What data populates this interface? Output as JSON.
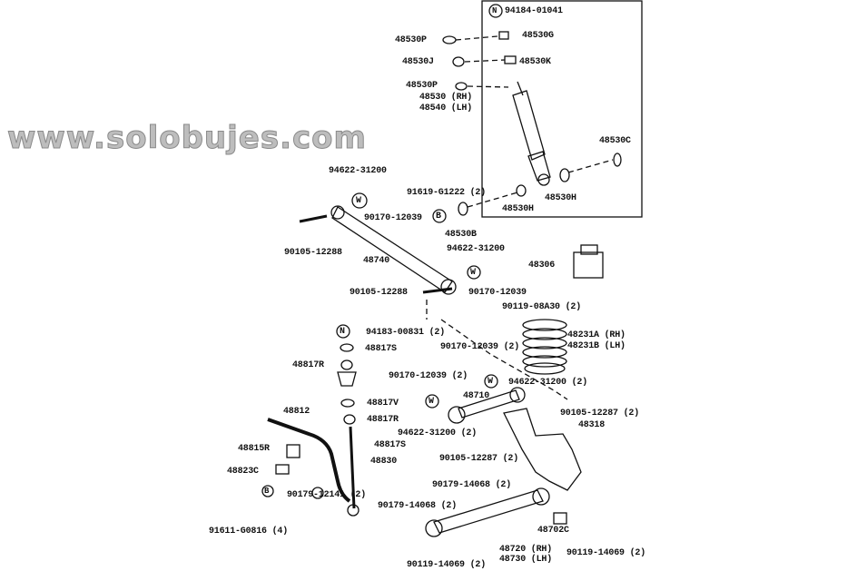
{
  "watermark": "www.solobujes.com",
  "symbols": {
    "n": "N",
    "w": "W",
    "b": "B"
  },
  "labels": [
    "94184-01041",
    "48530P",
    "48530G",
    "48530J",
    "48530K",
    "48530P",
    "48530 (RH)",
    "48540 (LH)",
    "48530C",
    "48530H",
    "48530H",
    "94622-31200",
    "91619-G1222 (2)",
    "90170-12039",
    "90105-12288",
    "48530B",
    "94622-31200",
    "48306",
    "48740",
    "90105-12288",
    "90170-12039",
    "90119-08A30 (2)",
    "94183-00831 (2)",
    "48817S",
    "90170-12039 (2)",
    "48231A (RH)",
    "48231B (LH)",
    "48817R",
    "90170-12039 (2)",
    "94622-31200 (2)",
    "48817V",
    "48710",
    "48812",
    "90105-12287 (2)",
    "48817R",
    "48318",
    "94622-31200 (2)",
    "48817S",
    "48815R",
    "90105-12287 (2)",
    "48830",
    "48823C",
    "90179-14068 (2)",
    "90179-12141 (2)",
    "90179-14068 (2)",
    "91611-G0816 (4)",
    "48702C",
    "48720 (RH)",
    "48730 (LH)",
    "90119-14069 (2)",
    "90119-14069 (2)"
  ]
}
